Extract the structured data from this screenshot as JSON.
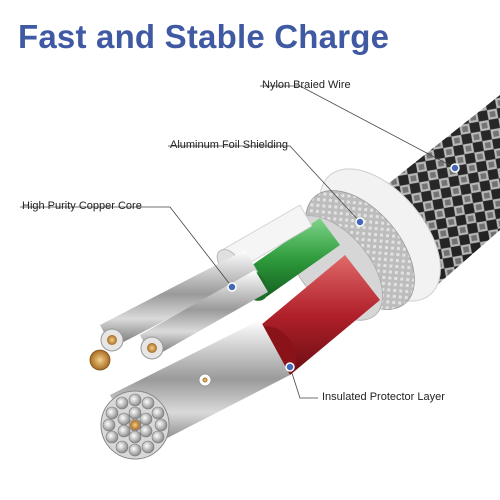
{
  "title": "Fast and Stable Charge",
  "labels": {
    "nylon": "Nylon Braied Wire",
    "foil": "Aluminum Foil Shielding",
    "copper": "High Purity Copper Core",
    "insulated": "Insulated Protector Layer"
  },
  "colors": {
    "title": "#3f5aa3",
    "braid_dark": "#2b2b2b",
    "braid_light": "#d9d9d9",
    "foil": "#c8c8c8",
    "jacket": "#e8e8e8",
    "wire_green": "#2e9b3c",
    "wire_red": "#b0202a",
    "wire_white": "#f2f2f2",
    "copper": "#c88a3a",
    "callout_line": "#444444",
    "callout_dot": "#4466bb"
  }
}
